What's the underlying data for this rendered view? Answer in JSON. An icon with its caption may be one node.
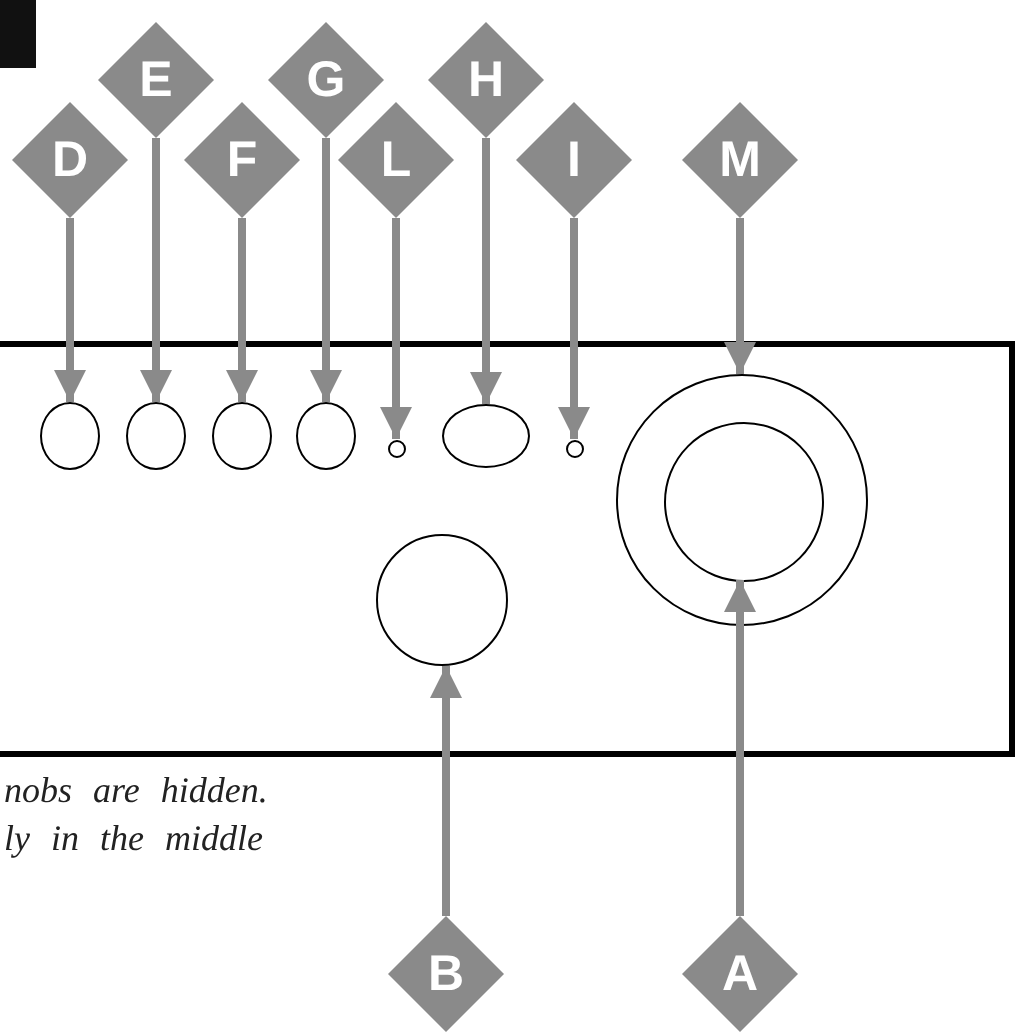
{
  "diagram": {
    "nodes": [
      {
        "text": [
          "E"
        ]
      },
      {
        "text": [
          "G"
        ]
      },
      {
        "text": [
          "H"
        ]
      },
      {
        "text": [
          "D"
        ]
      },
      {
        "text": [
          "F"
        ]
      },
      {
        "text": [
          "L"
        ]
      },
      {
        "text": [
          "I"
        ]
      },
      {
        "text": [
          "M"
        ]
      },
      {
        "text": [],
        "shape": "ellipse"
      },
      {
        "text": [],
        "shape": "ellipse"
      },
      {
        "text": [],
        "shape": "ellipse"
      },
      {
        "text": [],
        "shape": "ellipse"
      },
      {
        "text": [],
        "shape": "circle"
      },
      {
        "text": [],
        "shape": "ellipse"
      },
      {
        "text": [],
        "shape": "circle"
      },
      {
        "text": [],
        "shape": "circle"
      },
      {
        "text": [],
        "shape": "circle",
        "in": 15
      },
      {
        "text": [],
        "shape": "circle"
      },
      {
        "text": [
          "B"
        ]
      },
      {
        "text": [
          "A"
        ]
      }
    ],
    "edges": [
      {
        "from": 0,
        "to": 9,
        "arrow": "to"
      },
      {
        "from": 1,
        "to": 11,
        "arrow": "to"
      },
      {
        "from": 2,
        "to": 13,
        "arrow": "to"
      },
      {
        "from": 3,
        "to": 8,
        "arrow": "to"
      },
      {
        "from": 4,
        "to": 10,
        "arrow": "to"
      },
      {
        "from": 5,
        "to": 12,
        "arrow": "to"
      },
      {
        "from": 6,
        "to": 14,
        "arrow": "to"
      },
      {
        "from": 7,
        "to": 15,
        "arrow": "to"
      },
      {
        "from": 18,
        "to": 17,
        "arrow": "to"
      },
      {
        "from": 19,
        "to": 16,
        "arrow": "to"
      }
    ],
    "labels": [
      "nobs are hidden. ly in the middle"
    ]
  }
}
